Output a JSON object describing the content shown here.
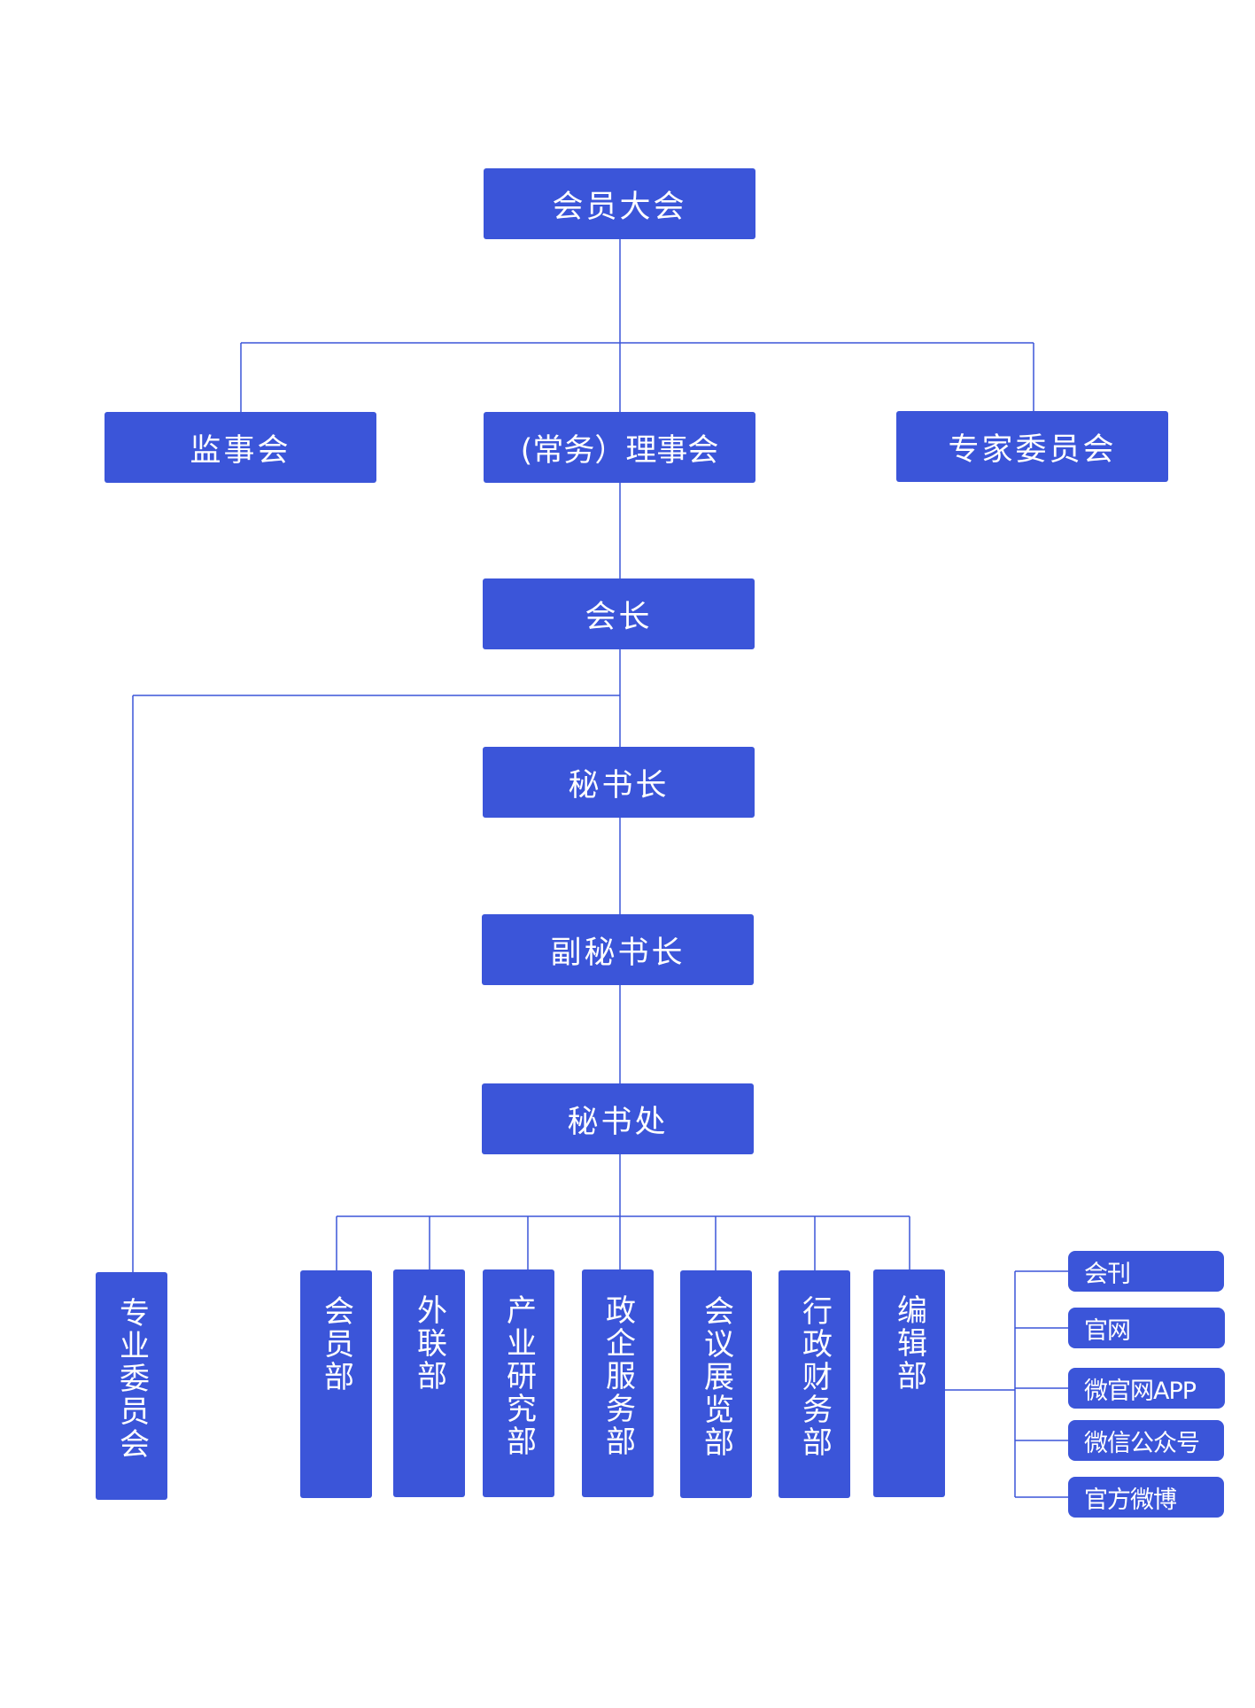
{
  "colors": {
    "box": "#3b55d9",
    "line": "#3b55d9",
    "text": "#ffffff"
  },
  "chart": {
    "general_assembly": "会员大会",
    "supervisory_board": "监事会",
    "standing_council": "(常务）理事会",
    "expert_committee": "专家委员会",
    "president": "会长",
    "secretary_general": "秘书长",
    "deputy_secretary_general": "副秘书长",
    "secretariat": "秘书处",
    "professional_committee": "专业委员会",
    "departments": [
      "会员部",
      "外联部",
      "产业研究部",
      "政企服务部",
      "会议展览部",
      "行政财务部",
      "编辑部"
    ],
    "media": [
      "会刊",
      "官网",
      "微官网APP",
      "微信公众号",
      "官方微博"
    ]
  }
}
